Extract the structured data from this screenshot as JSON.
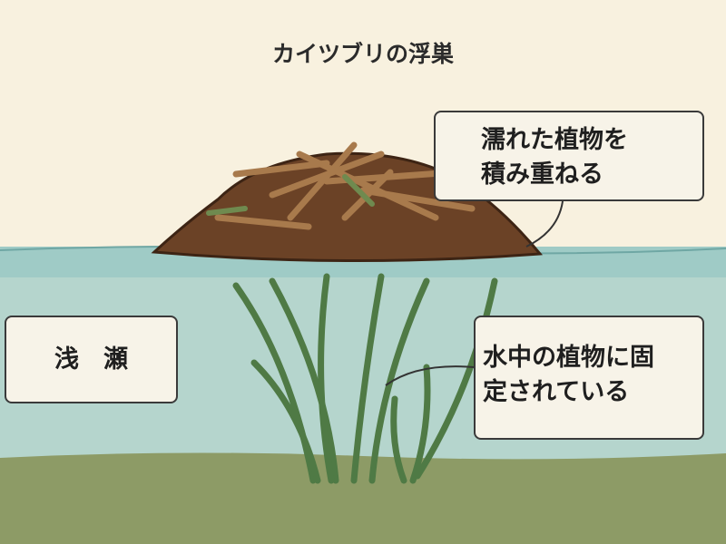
{
  "title": "カイツブリの浮巣",
  "labels": {
    "nest_material": [
      "濡れた植物を",
      "積み重ねる"
    ],
    "shallow_water": "浅　瀬",
    "anchored": [
      "水中の植物に固",
      "定されている"
    ]
  },
  "colors": {
    "sky": "#f8f1df",
    "water_surface": "#9fcbc6",
    "water": "#b5d5cd",
    "ground": "#8d9b66",
    "nest": "#6b4226",
    "plants": "#5e8a4e"
  }
}
